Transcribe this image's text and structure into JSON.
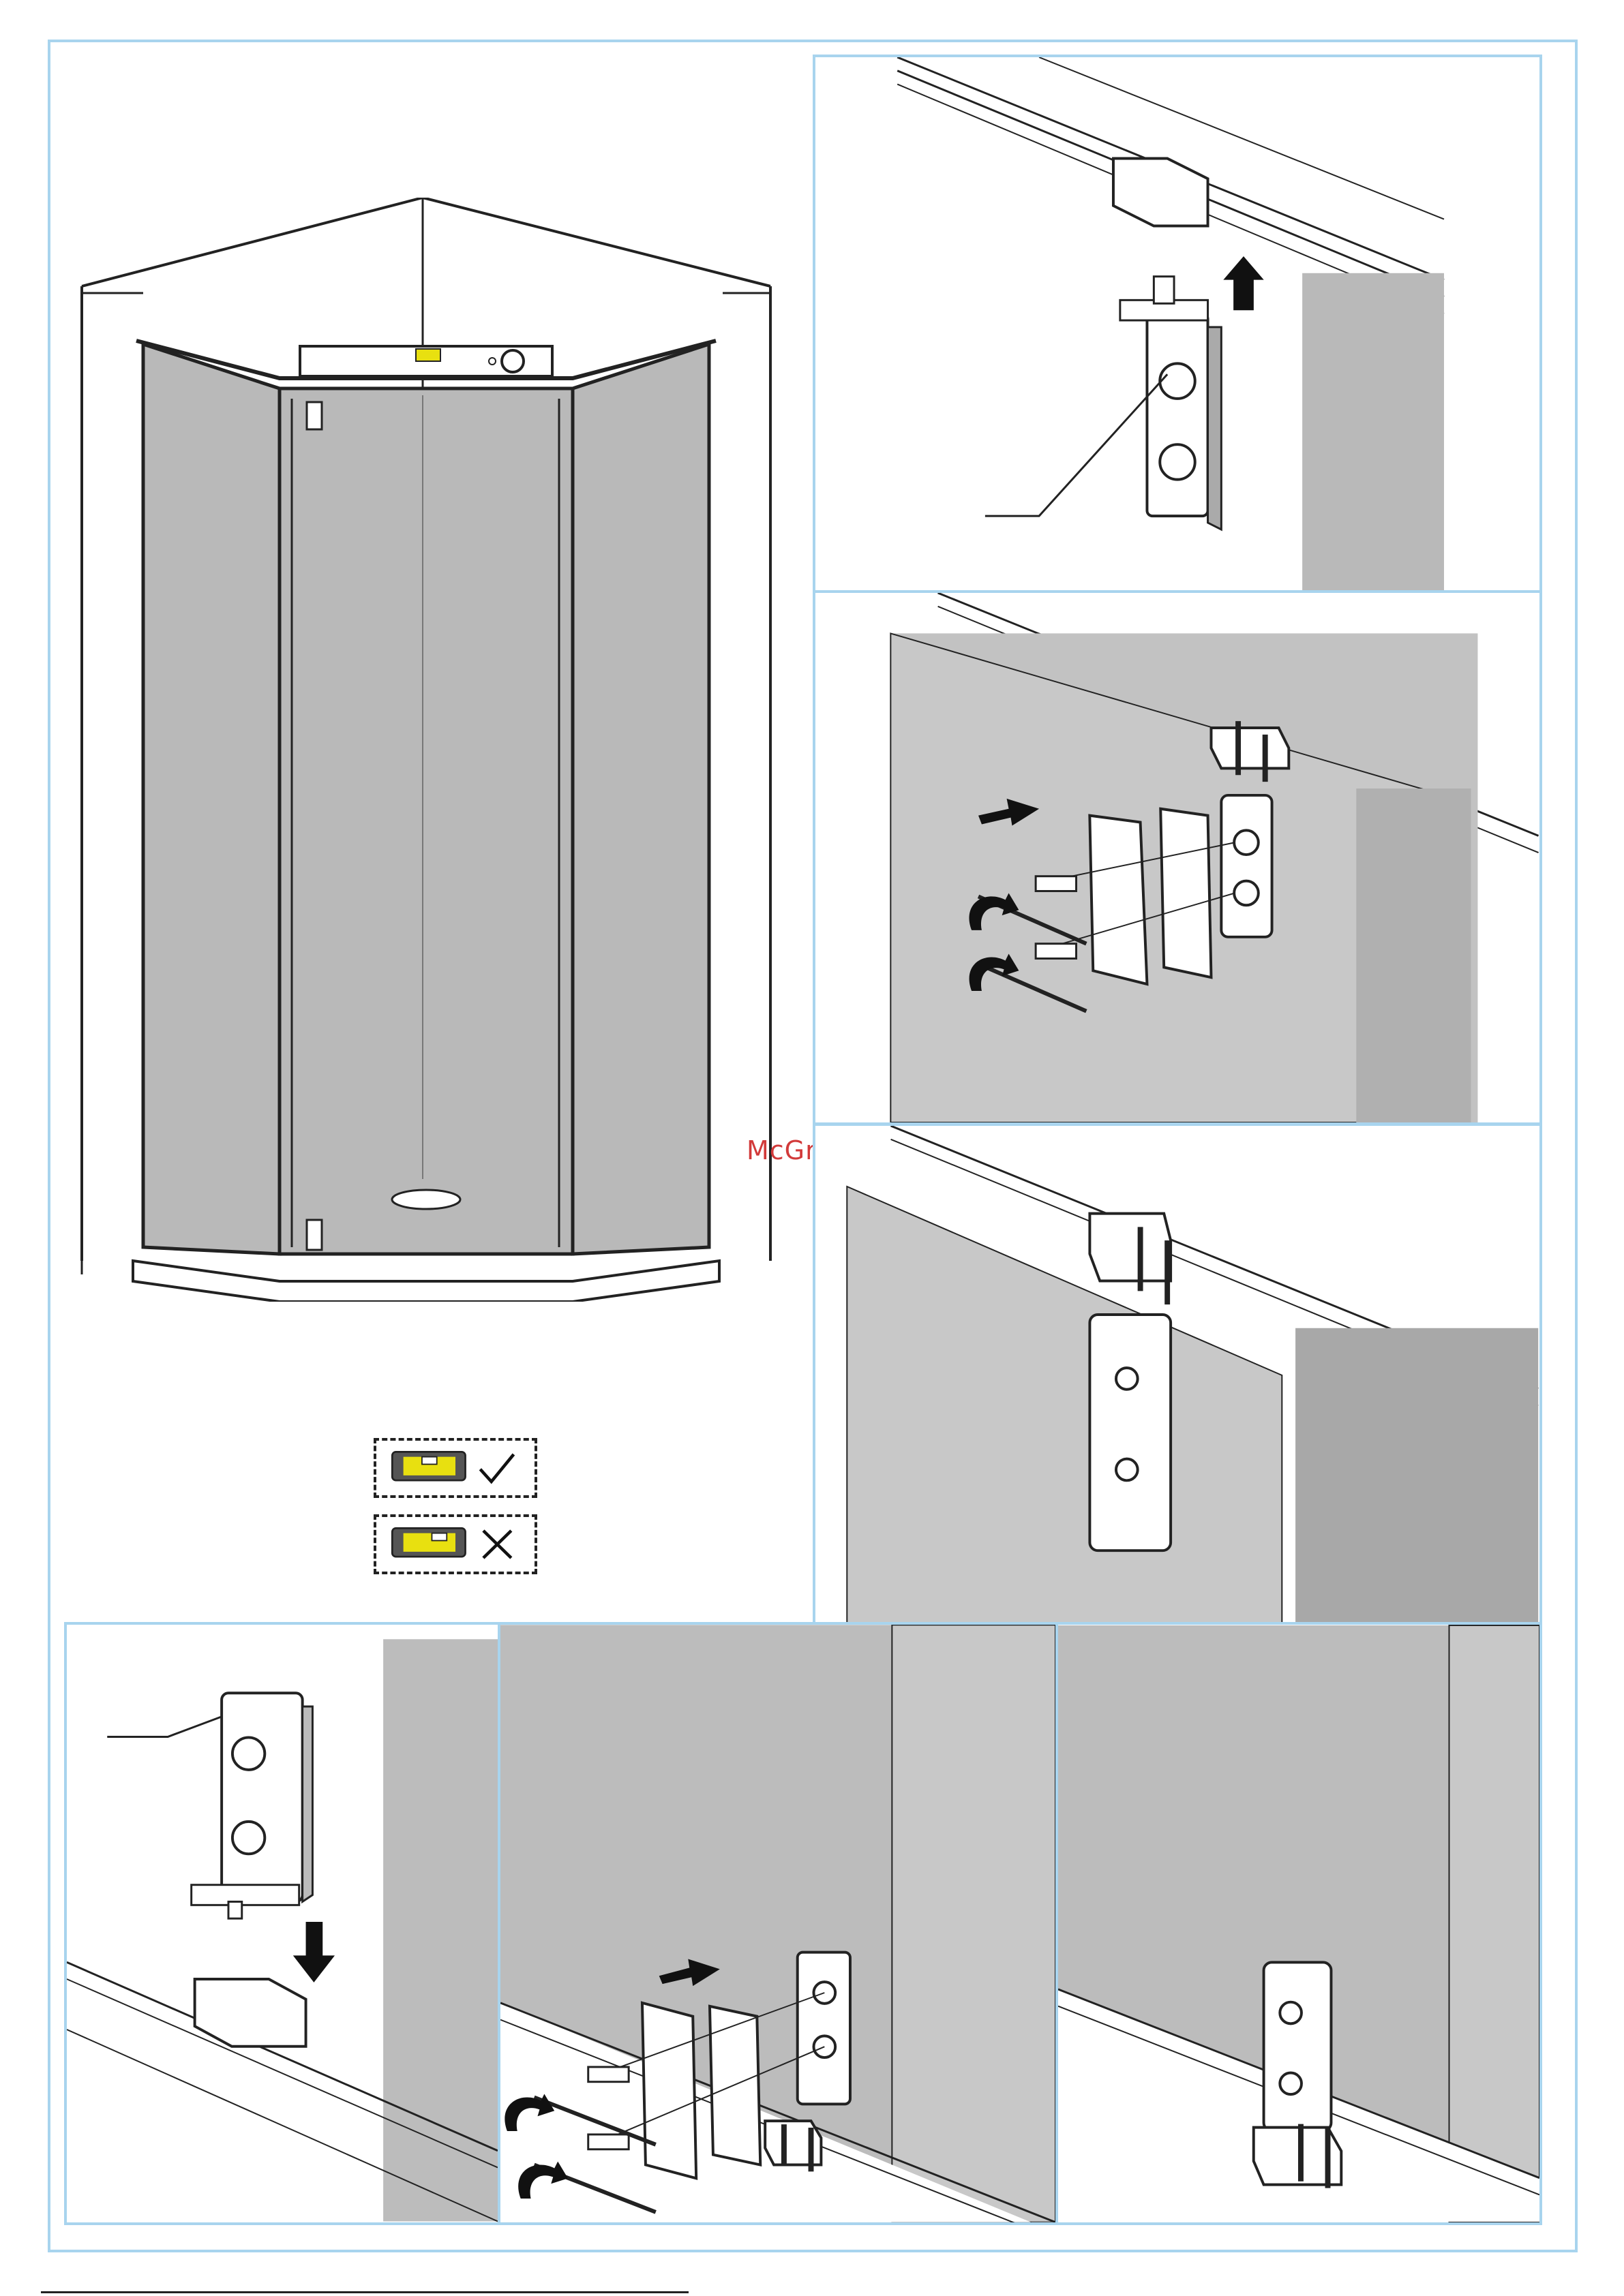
{
  "watermark": {
    "text": "McGrp.Ru"
  },
  "level_indicators": [
    {
      "name": "level-correct",
      "mark_icon": "check-mark-icon",
      "status": "correct"
    },
    {
      "name": "level-incorrect",
      "mark_icon": "cross-mark-icon",
      "status": "incorrect"
    }
  ],
  "steps": [
    {
      "id": "enclosure-overview",
      "icons": [
        "spirit-level-icon"
      ]
    },
    {
      "id": "top-hinge-attach",
      "icons": [
        "arrow-up-icon"
      ]
    },
    {
      "id": "top-hinge-screw",
      "icons": [
        "arrow-right-icon",
        "rotate-arrow-icon",
        "rotate-arrow-icon"
      ]
    },
    {
      "id": "top-hinge-done",
      "icons": []
    },
    {
      "id": "bottom-hinge-attach",
      "icons": [
        "arrow-down-icon"
      ]
    },
    {
      "id": "bottom-hinge-screw",
      "icons": [
        "arrow-right-icon",
        "rotate-arrow-icon",
        "rotate-arrow-icon"
      ]
    },
    {
      "id": "bottom-hinge-done",
      "icons": []
    }
  ],
  "colors": {
    "frame_border": "#a8d4ee",
    "glass": "#b9b9b9",
    "glass_dark": "#9e9e9e",
    "level_yellow": "#e8e010",
    "watermark": "#d23a3a"
  },
  "footer": {
    "text": ""
  }
}
